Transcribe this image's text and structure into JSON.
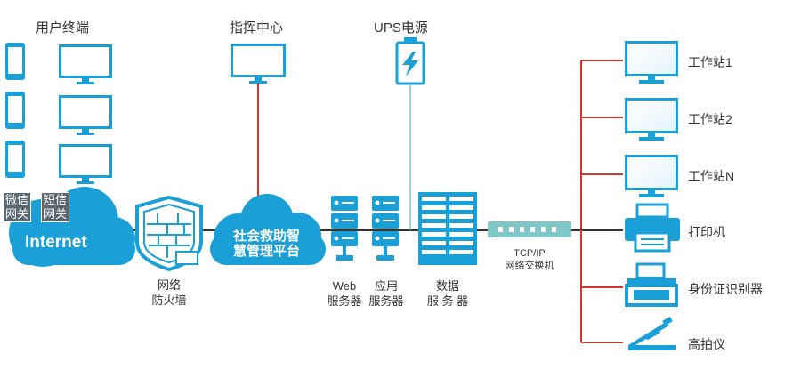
{
  "terminals": {
    "title": "用户终端"
  },
  "command_center": {
    "title": "指挥中心"
  },
  "ups": {
    "title": "UPS电源"
  },
  "gateways": [
    {
      "line1": "微信",
      "line2": "网关"
    },
    {
      "line1": "短信",
      "line2": "网关"
    }
  ],
  "internet": {
    "label": "Internet"
  },
  "firewall": {
    "line1": "网络",
    "line2": "防火墙"
  },
  "platform": {
    "line1": "社会救助智",
    "line2": "慧管理平台"
  },
  "web_server": {
    "line1": "Web",
    "line2": "服务器"
  },
  "app_server": {
    "line1": "应用",
    "line2": "服务器"
  },
  "db_server": {
    "line1": "数据",
    "line2": "服 务 器"
  },
  "switch": {
    "line1": "TCP/IP",
    "line2": "网络交换机"
  },
  "devices": [
    {
      "label": "工作站1",
      "icon": "monitor-icon"
    },
    {
      "label": "工作站2",
      "icon": "monitor-icon"
    },
    {
      "label": "工作站N",
      "icon": "monitor-icon"
    },
    {
      "label": "打印机",
      "icon": "printer-icon"
    },
    {
      "label": "身份证识别器",
      "icon": "id-reader-icon"
    },
    {
      "label": "高拍仪",
      "icon": "scanner-icon"
    }
  ],
  "colors": {
    "accent": "#1a9fd6",
    "red_line": "#d9332b",
    "teal_line": "#7fc7c7",
    "dark_line": "#333333",
    "gateway": "#5a6670"
  }
}
